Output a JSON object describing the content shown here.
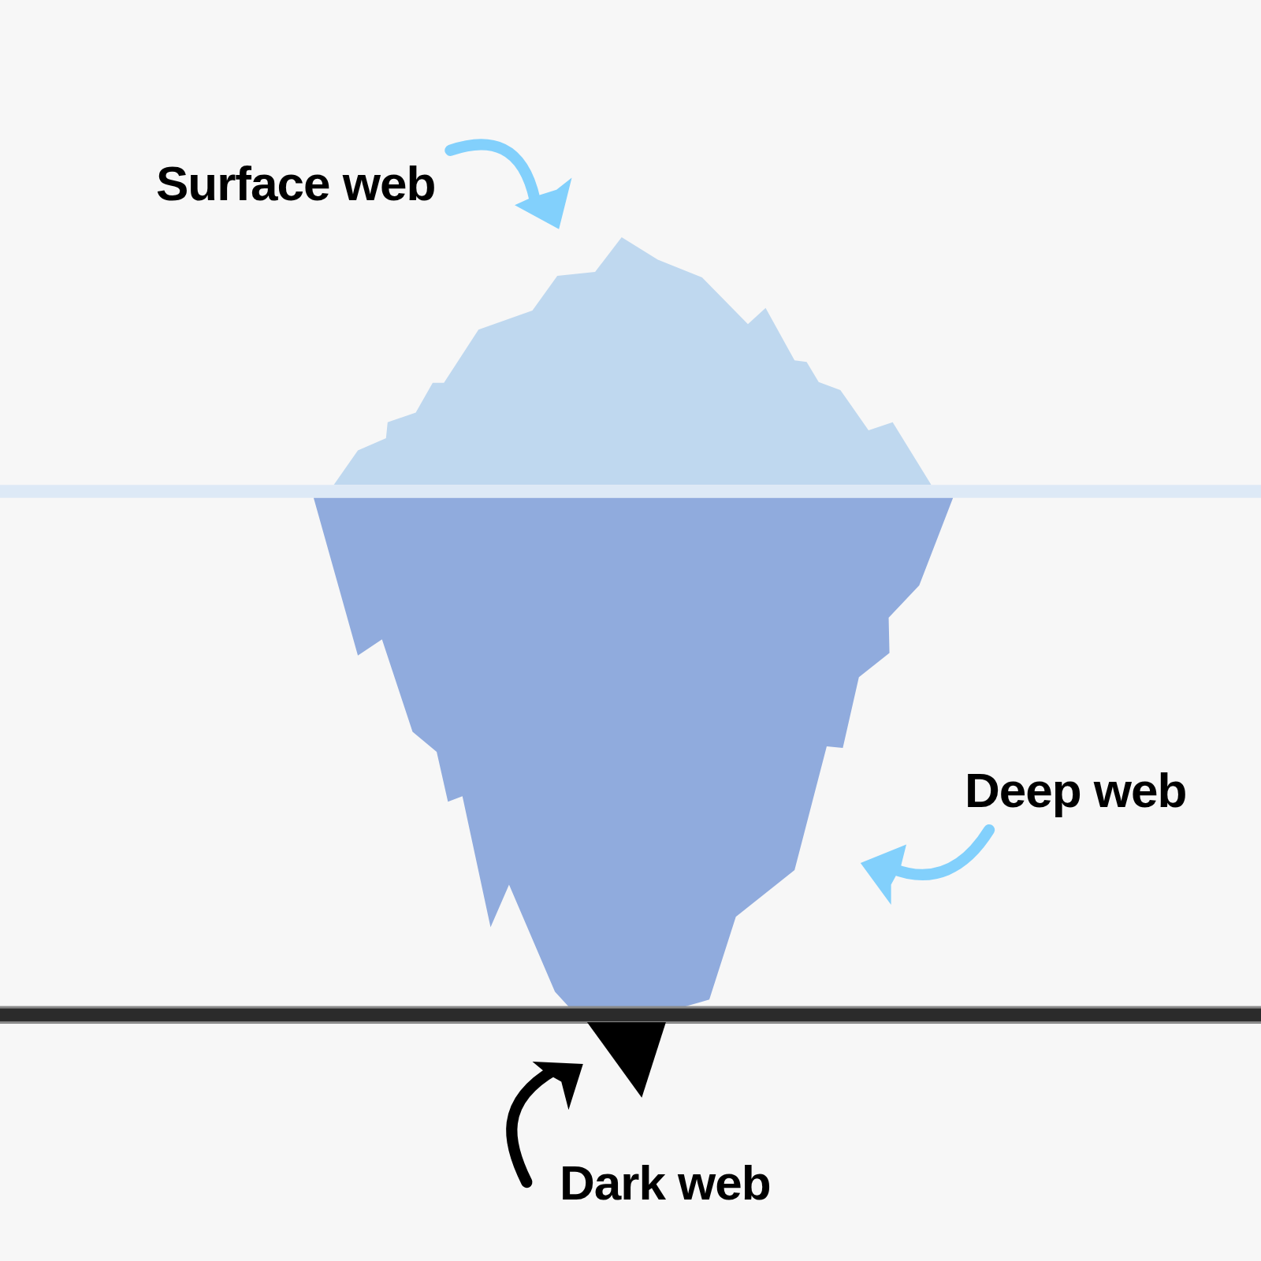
{
  "diagram": {
    "labels": [
      "Surface web",
      "Deep web",
      "Dark web"
    ]
  }
}
